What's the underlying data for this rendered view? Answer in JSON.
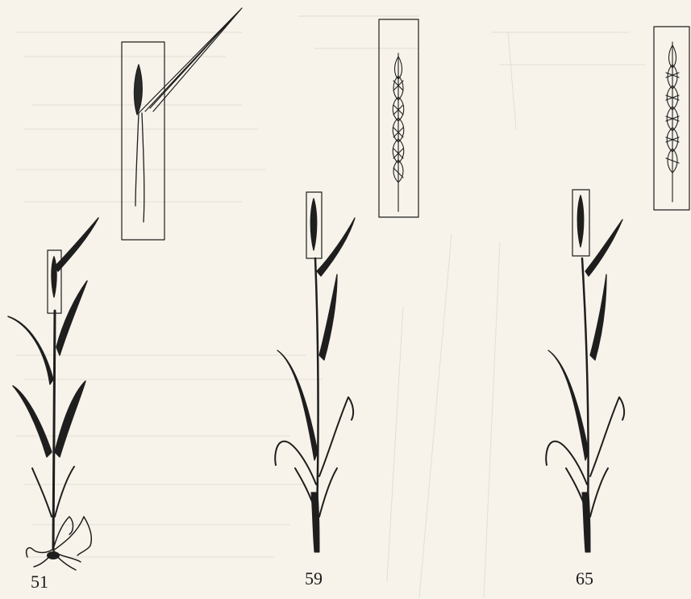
{
  "figure": {
    "stages": [
      {
        "code": "51"
      },
      {
        "code": "59"
      },
      {
        "code": "65"
      }
    ],
    "colors": {
      "background": "#f7f3ea",
      "ink": "#1e1e1e",
      "faint_show_through": "#d9d5cc"
    }
  }
}
